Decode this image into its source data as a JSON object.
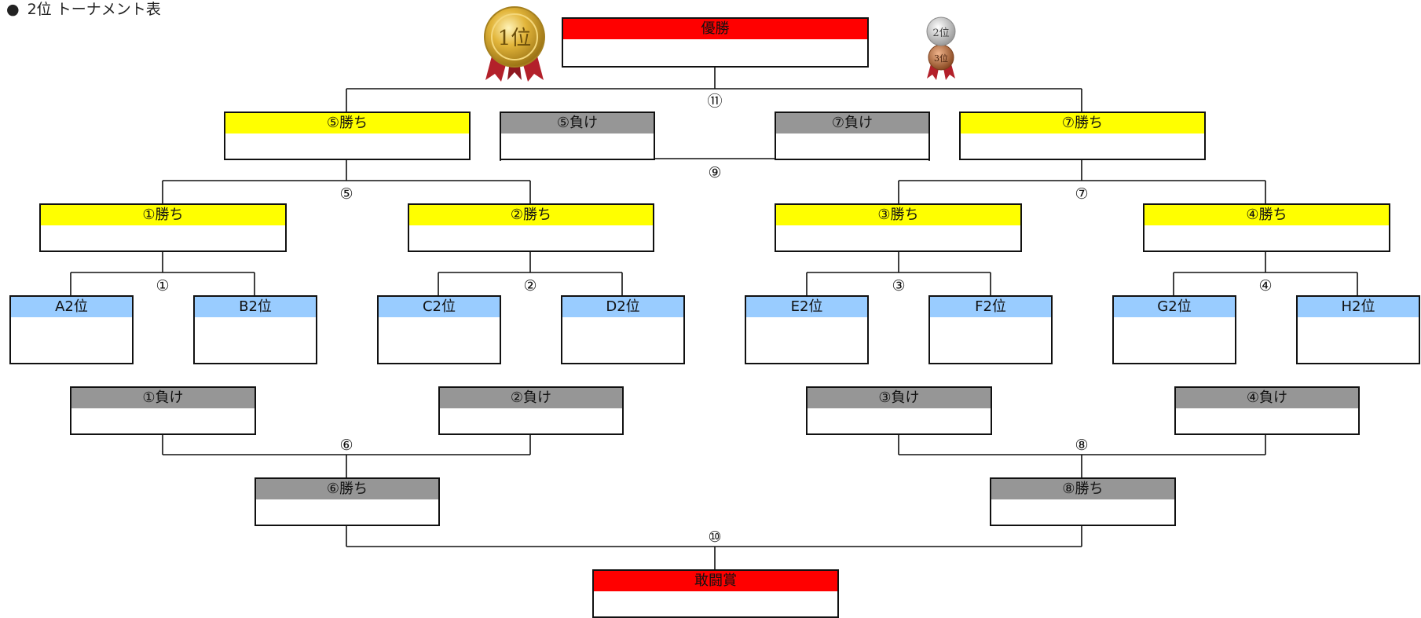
{
  "title": "2位 トーナメント表",
  "title_bullet": "●",
  "medals": {
    "first": "1位",
    "second": "2位",
    "third": "3位"
  },
  "boxes": {
    "champion": "優勝",
    "win5": "⑤勝ち",
    "lose5": "⑤負け",
    "lose7": "⑦負け",
    "win7": "⑦勝ち",
    "win1": "①勝ち",
    "win2": "②勝ち",
    "win3": "③勝ち",
    "win4": "④勝ち",
    "a2": "A2位",
    "b2": "B2位",
    "c2": "C2位",
    "d2": "D2位",
    "e2": "E2位",
    "f2": "F2位",
    "g2": "G2位",
    "h2": "H2位",
    "lose1": "①負け",
    "lose2": "②負け",
    "lose3": "③負け",
    "lose4": "④負け",
    "win6": "⑥勝ち",
    "win8": "⑧勝ち",
    "fighting_spirit": "敢闘賞"
  },
  "match_numbers": {
    "m1": "①",
    "m2": "②",
    "m3": "③",
    "m4": "④",
    "m5": "⑤",
    "m6": "⑥",
    "m7": "⑦",
    "m8": "⑧",
    "m9": "⑨",
    "m10": "⑩",
    "m11": "⑪"
  },
  "colors": {
    "final": "#ff0000",
    "winner": "#ffff00",
    "loser": "#969696",
    "seed": "#99ccff",
    "gold": "#d8a928",
    "silver": "#c9c9c9",
    "bronze": "#b86a3c",
    "ribbon": "#b3202a"
  }
}
